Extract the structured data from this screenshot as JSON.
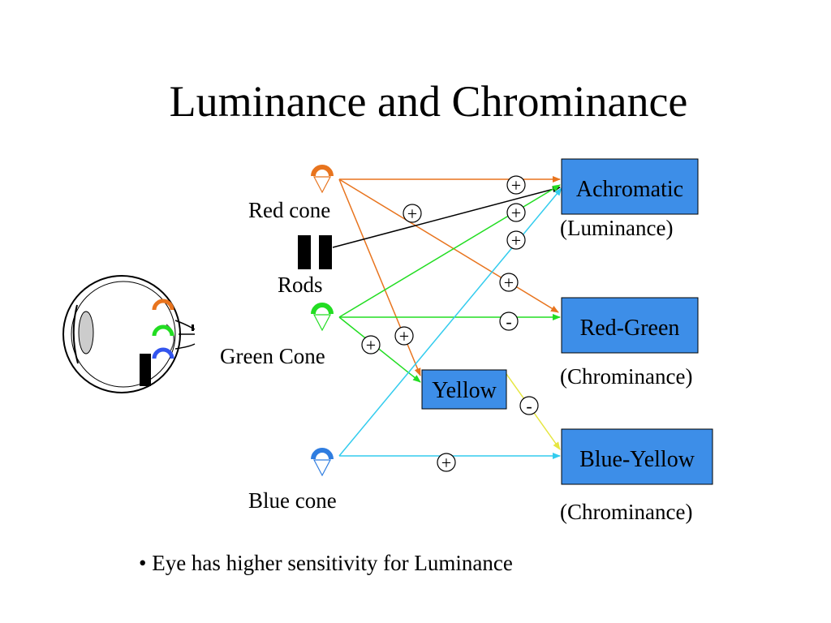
{
  "slide": {
    "title": "Luminance and Chrominance",
    "bullet": "• Eye has higher sensitivity for  Luminance"
  },
  "receptors": {
    "red_cone": "Red cone",
    "rods": "Rods",
    "green_cone": "Green Cone",
    "blue_cone": "Blue cone"
  },
  "channels": {
    "achromatic": {
      "label": "Achromatic",
      "caption": "(Luminance)"
    },
    "red_green": {
      "label": "Red-Green",
      "caption": "(Chrominance)"
    },
    "yellow": {
      "label": "Yellow"
    },
    "blue_yellow": {
      "label": "Blue-Yellow",
      "caption": "(Chrominance)"
    }
  },
  "signs": {
    "red_to_achromatic": "+",
    "rod_to_achromatic": "+",
    "green_to_achromatic": "+",
    "blue_to_achromatic": "+",
    "red_to_redgreen": "+",
    "green_to_redgreen": "-",
    "green_to_yellow": "+",
    "red_to_yellow": "+",
    "yellow_to_blueyellow": "-",
    "blue_to_blueyellow": "+"
  },
  "colors": {
    "box_fill": "#3d8ee8",
    "red_path": "#e8741e",
    "green_path": "#22dd22",
    "blue_path": "#33ccee",
    "yellow_path": "#e6e640",
    "rod_path": "#000000",
    "blue_cone_icon": "#2f7de0",
    "eye_blue_cone": "#3355ee"
  },
  "icons": [
    "eye-diagram-icon",
    "red-cone-icon",
    "rod-icon",
    "green-cone-icon",
    "blue-cone-icon"
  ]
}
